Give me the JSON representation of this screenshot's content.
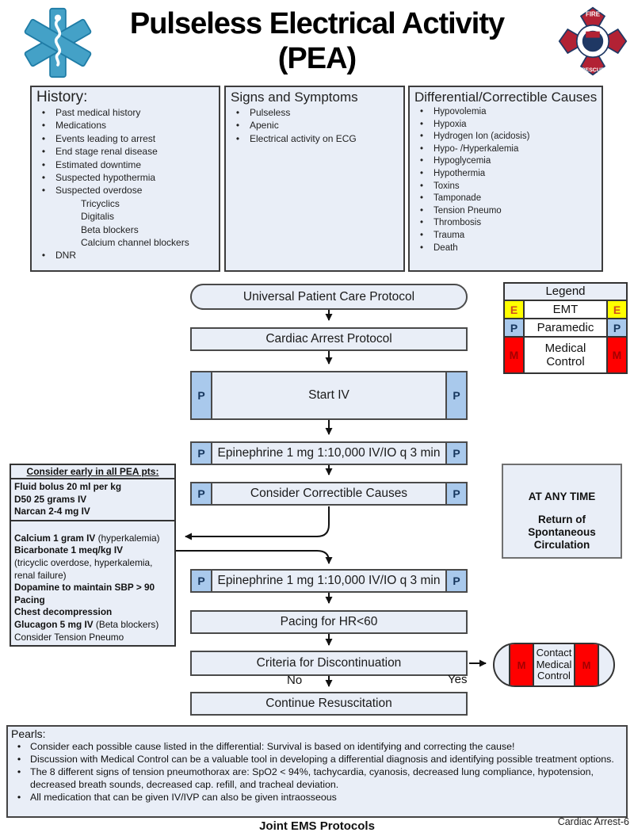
{
  "page": {
    "title_line1": "Pulseless Electrical Activity",
    "title_line2": "(PEA)",
    "footer_center": "Joint EMS Protocols",
    "footer_right": "Cardiac Arrest-6"
  },
  "badge": {
    "top_text": "FIRE",
    "bottom_text": "RESCUE"
  },
  "history": {
    "title": "History:",
    "bullets": [
      "Past medical history",
      "Medications",
      "Events leading to arrest",
      "End stage renal disease",
      "Estimated downtime",
      "Suspected hypothermia",
      "Suspected overdose"
    ],
    "indented": [
      "Tricyclics",
      "Digitalis",
      "Beta blockers",
      "Calcium channel blockers"
    ],
    "final_bullets": [
      "DNR"
    ]
  },
  "signs": {
    "title": "Signs and Symptoms",
    "bullets": [
      "Pulseless",
      "Apenic",
      "Electrical activity on ECG"
    ]
  },
  "differential": {
    "title": "Differential/Correctible Causes",
    "bullets": [
      "Hypovolemia",
      "Hypoxia",
      "Hydrogen Ion (acidosis)",
      "Hypo- /Hyperkalemia",
      "Hypoglycemia",
      "Hypothermia",
      "Toxins",
      "Tamponade",
      "Tension Pneumo",
      "Thrombosis",
      "Trauma",
      "Death"
    ]
  },
  "legend": {
    "title": "Legend",
    "rows": [
      {
        "letter": "E",
        "label": "EMT",
        "color": "#ffff00",
        "letter_color": "#cf4b20"
      },
      {
        "letter": "P",
        "label": "Paramedic",
        "color": "#a9c9ec",
        "letter_color": "#17375e"
      },
      {
        "letter": "M",
        "label": "Medical Control",
        "color": "#ff0000",
        "letter_color": "#a40000"
      }
    ]
  },
  "flowchart": {
    "badge_p": "P",
    "badge_m": "M",
    "nodes": {
      "universal": "Universal Patient Care Protocol",
      "cardiac": "Cardiac Arrest Protocol",
      "start_iv": "Start IV",
      "epi1": "Epinephrine 1 mg 1:10,000 IV/IO q 3 min",
      "correctible": "Consider Correctible Causes",
      "epi2": "Epinephrine 1 mg 1:10,000 IV/IO q 3 min",
      "pacing": "Pacing for HR<60",
      "criteria": "Criteria for Discontinuation",
      "continue": "Continue Resuscitation",
      "contact_l1": "Contact",
      "contact_l2": "Medical",
      "contact_l3": "Control"
    },
    "labels": {
      "no": "No",
      "yes": "Yes"
    }
  },
  "consider_early": {
    "title": "Consider early in all PEA pts:",
    "section1": [
      "Fluid bolus 20 ml per kg",
      "D50 25 grams IV",
      "Narcan 2-4 mg IV"
    ],
    "section2": [
      {
        "bold": "Calcium 1 gram IV ",
        "normal": "(hyperkalemia)"
      },
      {
        "bold": "Bicarbonate 1 meq/kg IV",
        "normal": ""
      },
      {
        "bold": "",
        "normal": "(tricyclic overdose, hyperkalemia, renal failure)"
      },
      {
        "bold": "Dopamine to maintain SBP > 90",
        "normal": ""
      },
      {
        "bold": "Pacing",
        "normal": ""
      },
      {
        "bold": "Chest decompression",
        "normal": ""
      },
      {
        "bold": "Glucagon 5 mg IV ",
        "normal": "(Beta blockers)"
      },
      {
        "bold": "",
        "normal": "Consider Tension Pneumo"
      }
    ]
  },
  "at_any_time": {
    "title": "AT ANY TIME",
    "body": "Return of Spontaneous Circulation"
  },
  "pearls": {
    "title": "Pearls:",
    "bullets": [
      "Consider each possible cause listed in the differential: Survival is based on identifying and correcting the cause!",
      "Discussion with Medical Control can be a valuable tool in developing a differential diagnosis and identifying possible treatment options.",
      "The 8 different signs of tension pneumothorax are: SpO2 < 94%, tachycardia, cyanosis, decreased lung compliance, hypotension, decreased breath sounds, decreased cap. refill, and tracheal deviation.",
      "All medication that can be given IV/IVP can also be given intraosseous"
    ]
  }
}
